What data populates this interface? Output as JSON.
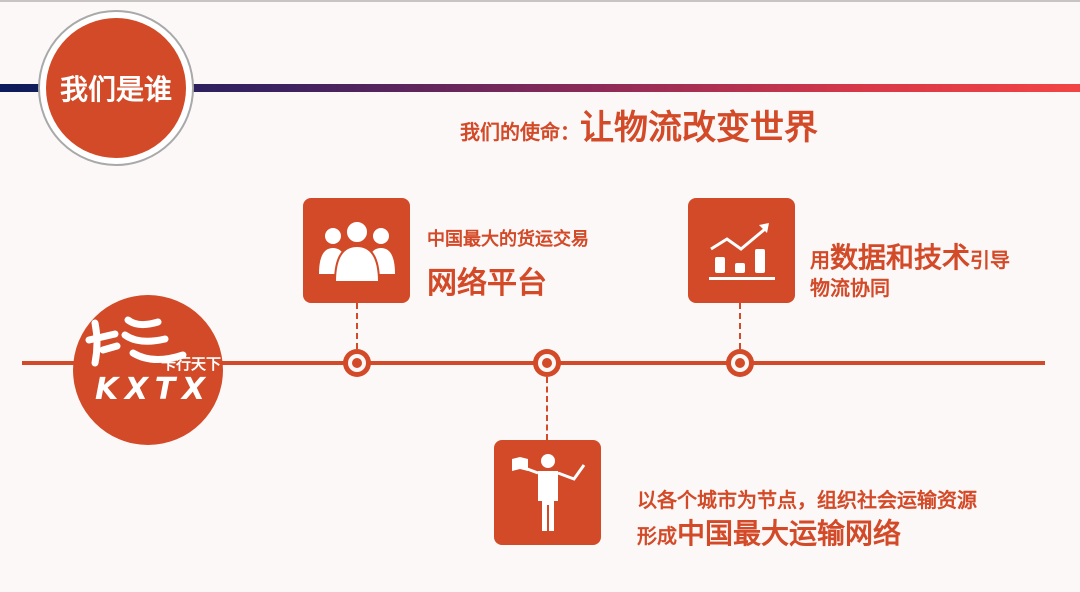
{
  "header": {
    "badge_title": "我们是谁",
    "mission_label": "我们的使命：",
    "mission_text": "让物流改变世界"
  },
  "logo": {
    "cn": "卡行天下",
    "en": "KXTX"
  },
  "items": [
    {
      "icon": "people-icon",
      "line1": "中国最大的货运交易",
      "line2": "网络平台"
    },
    {
      "icon": "bar-chart-trend-icon",
      "line1_a": "用",
      "line1_b": "数据和技术",
      "line1_c": "引导",
      "line2": "物流协同"
    },
    {
      "icon": "teacher-presenting-icon",
      "line1": "以各个城市为节点，组织社会运输资源",
      "line2_a": "形成",
      "line2_b": "中国最大运输网络"
    }
  ],
  "colors": {
    "accent": "#d24a27",
    "background": "#fdf8f8",
    "gradient_start": "#0c1c5c",
    "gradient_end": "#f24444"
  }
}
